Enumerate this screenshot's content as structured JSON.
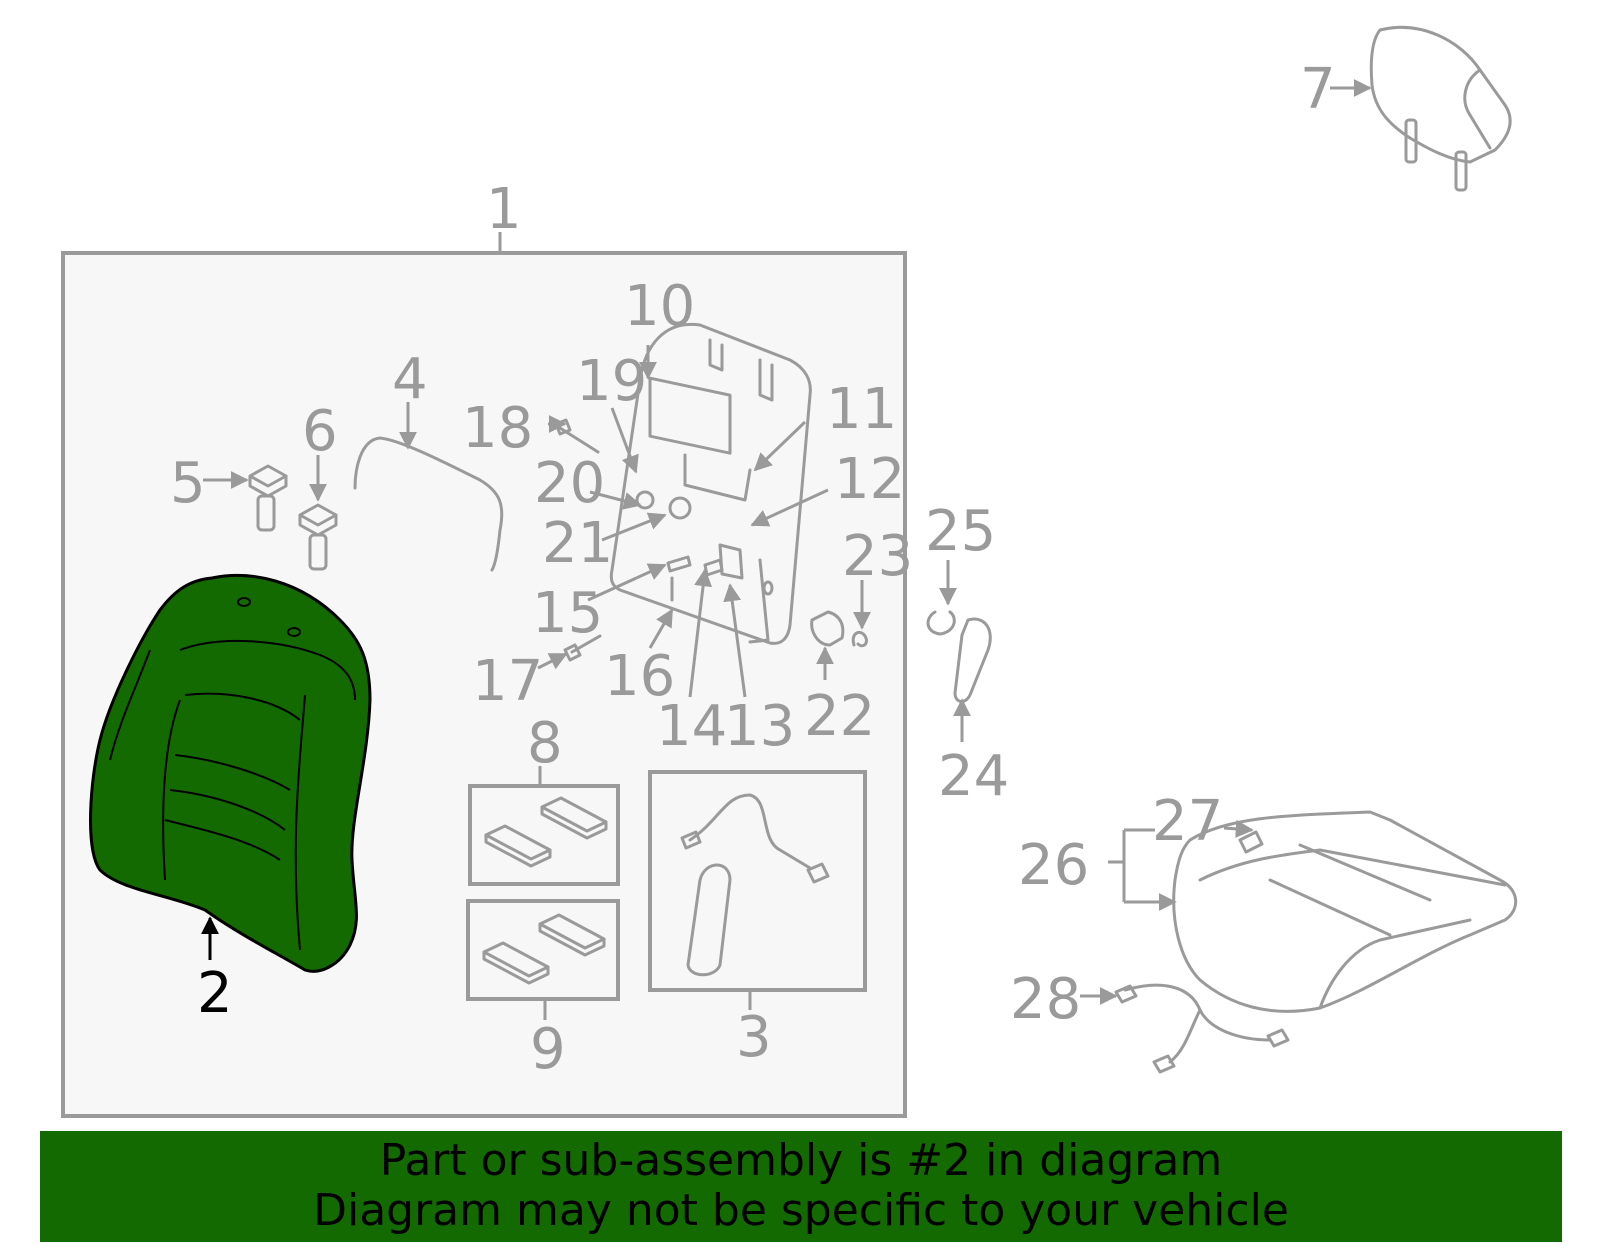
{
  "colors": {
    "highlight_fill": "#136b00",
    "outline": "#9a9a9a",
    "panel_bg": "#f7f7f7",
    "banner_bg": "#136b00"
  },
  "callouts": {
    "c1": "1",
    "c2": "2",
    "c3": "3",
    "c4": "4",
    "c5": "5",
    "c6": "6",
    "c7": "7",
    "c8": "8",
    "c9": "9",
    "c10": "10",
    "c11": "11",
    "c12": "12",
    "c13": "13",
    "c14": "14",
    "c15": "15",
    "c16": "16",
    "c17": "17",
    "c18": "18",
    "c19": "19",
    "c20": "20",
    "c21": "21",
    "c22": "22",
    "c23": "23",
    "c24": "24",
    "c25": "25",
    "c26": "26",
    "c27": "27",
    "c28": "28"
  },
  "highlighted_part": "2",
  "banner": {
    "line1": "Part or sub-assembly is #2 in diagram",
    "line2": "Diagram may not be specific to your vehicle"
  }
}
